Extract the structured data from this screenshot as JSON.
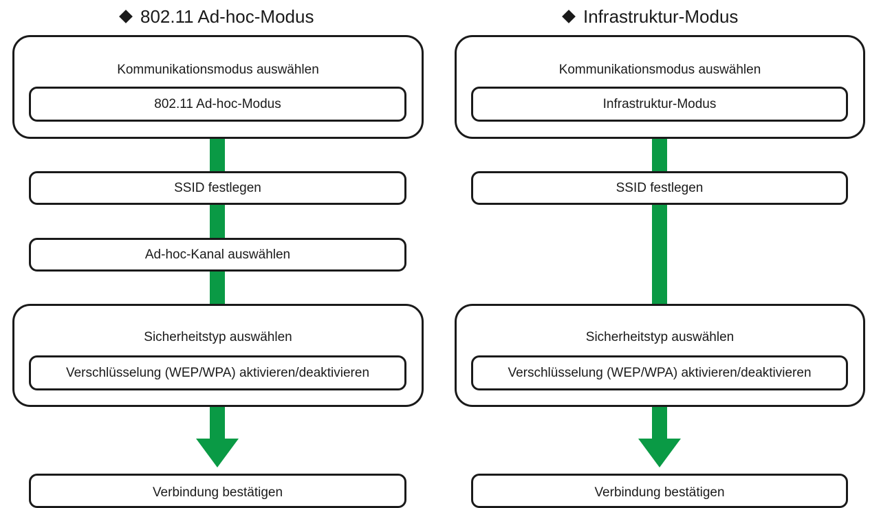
{
  "left_column": {
    "heading": "802.11 Ad-hoc-Modus",
    "mode_group_title": "Kommunikationsmodus auswählen",
    "mode_box": "802.11 Ad-hoc-Modus",
    "ssid_box": "SSID festlegen",
    "channel_box": "Ad-hoc-Kanal auswählen",
    "security_group_title": "Sicherheitstyp auswählen",
    "security_box": "Verschlüsselung (WEP/WPA) aktivieren/deaktivieren",
    "result_box": "Verbindung bestätigen"
  },
  "right_column": {
    "heading": "Infrastruktur-Modus",
    "mode_group_title": "Kommunikationsmodus auswählen",
    "mode_box": "Infrastruktur-Modus",
    "ssid_box": "SSID festlegen",
    "security_group_title": "Sicherheitstyp auswählen",
    "security_box": "Verschlüsselung (WEP/WPA) aktivieren/deaktivieren",
    "result_box": "Verbindung bestätigen"
  },
  "colors": {
    "connector_green": "#0a9a45",
    "outline": "#1a1a1a"
  }
}
